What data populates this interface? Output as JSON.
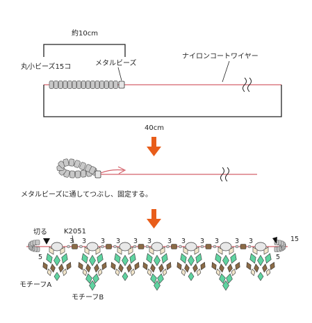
{
  "step1": {
    "length_label": "約10cm",
    "total_label": "40cm",
    "seed_beads_label": "丸小ビーズ15コ",
    "metal_bead_label": "メタルビーズ",
    "wire_label": "ナイロンコートワイヤー",
    "seed_bead_count": 15
  },
  "step2": {
    "caption": "メタルビーズに通してつぶし、固定する。"
  },
  "step3": {
    "cut_label": "切る",
    "bead_code": "K2051",
    "spacer_counts": [
      "3",
      "3",
      "3",
      "3",
      "3",
      "3",
      "3",
      "3"
    ],
    "end_count_left": "5",
    "end_count_right": "5",
    "end_seed_count": "15",
    "motif_a_label": "モチーフA",
    "motif_b_label": "モチーフB",
    "motif_sequence": [
      "A",
      "B",
      "A",
      "B",
      "A",
      "B",
      "A"
    ]
  },
  "colors": {
    "wire": "#d4626b",
    "arrow": "#e85d1a",
    "outline": "#333333",
    "seed_bead": "#c8c8c8",
    "green": "#5fd3a0",
    "bronze": "#8a6a46",
    "cream": "#f2e6cc"
  }
}
